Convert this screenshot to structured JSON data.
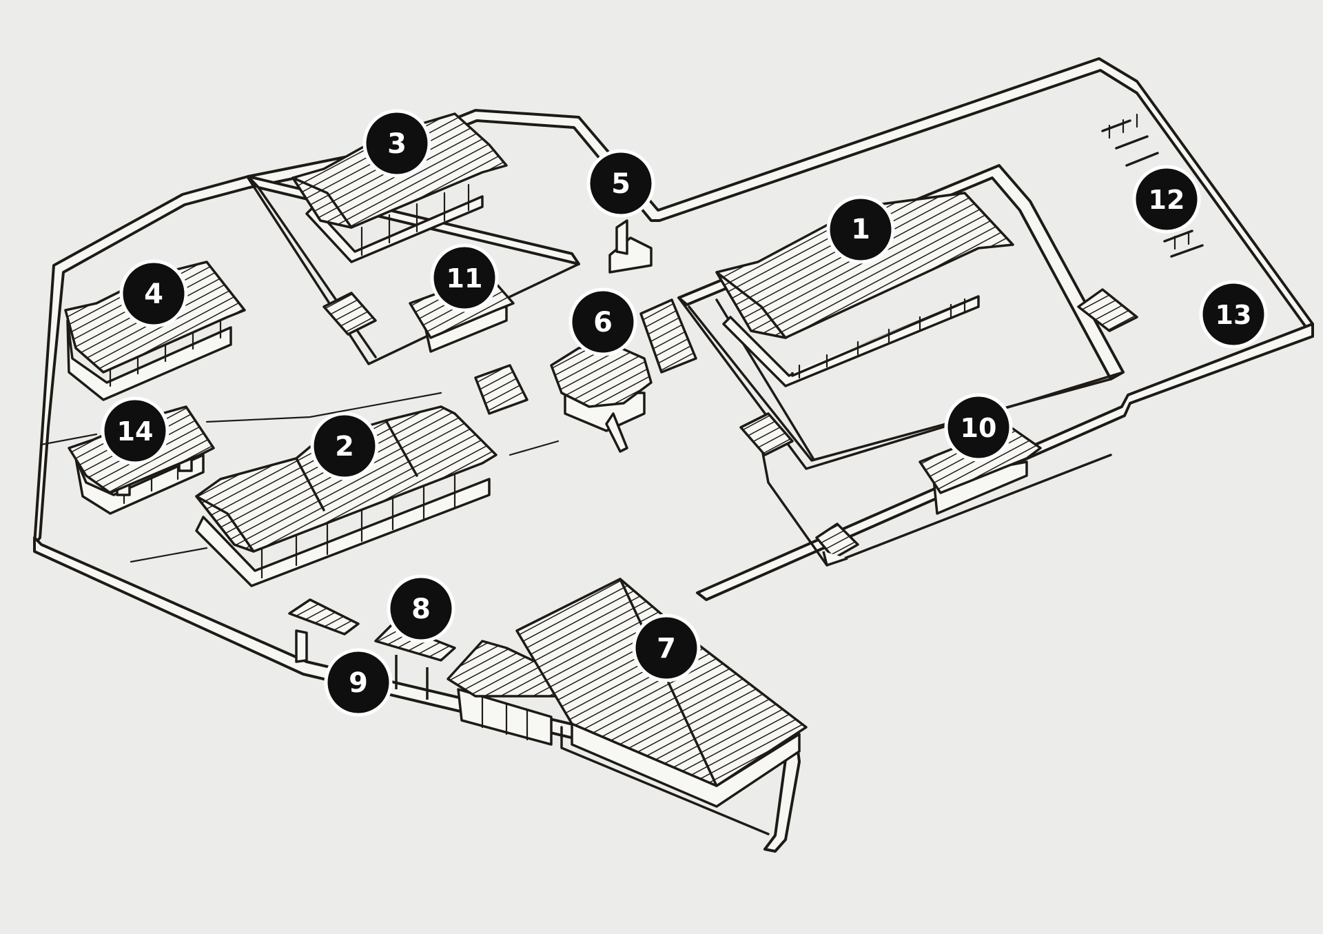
{
  "colors": {
    "background": "#ecedea",
    "line": "#1e1a16",
    "marker_fill": "#0f0f0f",
    "marker_ring": "#ffffff",
    "marker_text": "#ffffff"
  },
  "markers": [
    {
      "id": "1",
      "label": "1"
    },
    {
      "id": "2",
      "label": "2"
    },
    {
      "id": "3",
      "label": "3"
    },
    {
      "id": "4",
      "label": "4"
    },
    {
      "id": "5",
      "label": "5"
    },
    {
      "id": "6",
      "label": "6"
    },
    {
      "id": "7",
      "label": "7"
    },
    {
      "id": "8",
      "label": "8"
    },
    {
      "id": "9",
      "label": "9"
    },
    {
      "id": "10",
      "label": "10"
    },
    {
      "id": "11",
      "label": "11"
    },
    {
      "id": "12",
      "label": "12"
    },
    {
      "id": "13",
      "label": "13"
    },
    {
      "id": "14",
      "label": "14"
    }
  ]
}
